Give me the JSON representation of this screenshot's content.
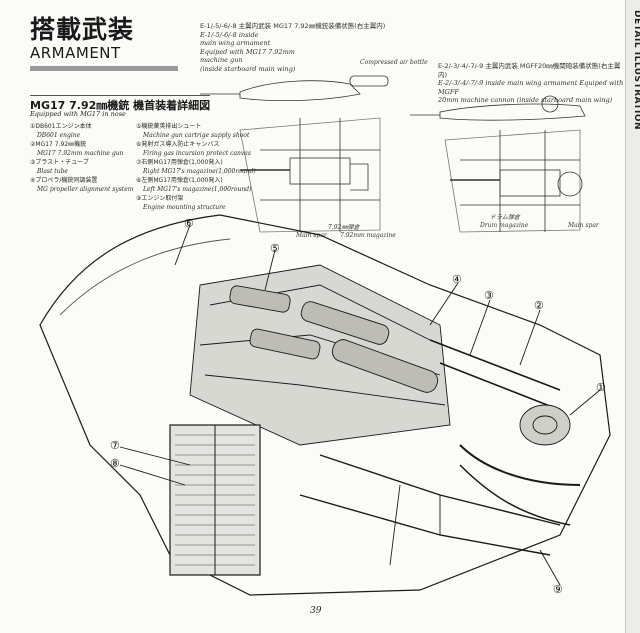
{
  "header": {
    "title_jp": "搭載武装",
    "title_en": "ARMAMENT",
    "side_label": "DETAIL ILLUSTRATION"
  },
  "top_notes": [
    {
      "jp": "E-1/-5/-6/-8 主翼内武装 MG17 7.92㎜機銃装備状態(右主翼内)",
      "en": [
        "E-1/-5/-6/-8 inside",
        "main wing armament",
        "Equiped with MG17 7.92mm",
        "machine gun",
        "(inside starboard main wing)"
      ]
    },
    {
      "jp": "E-2/-3/-4/-7/-9 主翼内武装 MGFF20㎜機関砲装備状態(右主翼内)",
      "en": [
        "E-2/-3/-4/-7/-9 inside main wing armament Equiped with MGFF",
        "20mm machine cannon (inside starboard main wing)"
      ]
    }
  ],
  "wing_labels": {
    "compressed_air": "Compressed air bottle",
    "main_spar_left": "Main spar",
    "magazine_left": "7.92mm magazine",
    "drum_magazine": "Drum magazine",
    "main_spar_right": "Main spar",
    "mm_left": "7.92㎜弾倉",
    "mm_right": "ドラム弾倉"
  },
  "section": {
    "title": "MG17 7.92㎜機銃 機首装着詳細図",
    "subtitle": "Equipped with MG17 in nose"
  },
  "legend_left": [
    {
      "jp": "①DB601エンジン本体",
      "en": "DB601 engine"
    },
    {
      "jp": "②MG17 7.92㎜機銃",
      "en": "MG17 7.92mm machine gun"
    },
    {
      "jp": "③ブラスト・チューブ",
      "en": "Blast tube"
    },
    {
      "jp": "④プロペラ/機銃同調装置",
      "en": "MG propeller alignment system"
    }
  ],
  "legend_right": [
    {
      "jp": "⑤機銃薬莢排出シュート",
      "en": "Machine gun cartrige supply shoot"
    },
    {
      "jp": "⑥発射ガス導入防止キャンバス",
      "en": "Firing gas incursion protect canvas"
    },
    {
      "jp": "⑦右側MG17用弾倉(1,000発入)",
      "en": "Right MG17's magazine(1,000round)"
    },
    {
      "jp": "⑧左側MG17用弾倉(1,000発入)",
      "en": "Left MG17's magazine(1,000round)"
    },
    {
      "jp": "⑨エンジン取付架",
      "en": "Engine mounting structure"
    }
  ],
  "callouts": [
    "①",
    "②",
    "③",
    "④",
    "⑤",
    "⑥",
    "⑦",
    "⑧",
    "⑨"
  ],
  "page_number": "39"
}
